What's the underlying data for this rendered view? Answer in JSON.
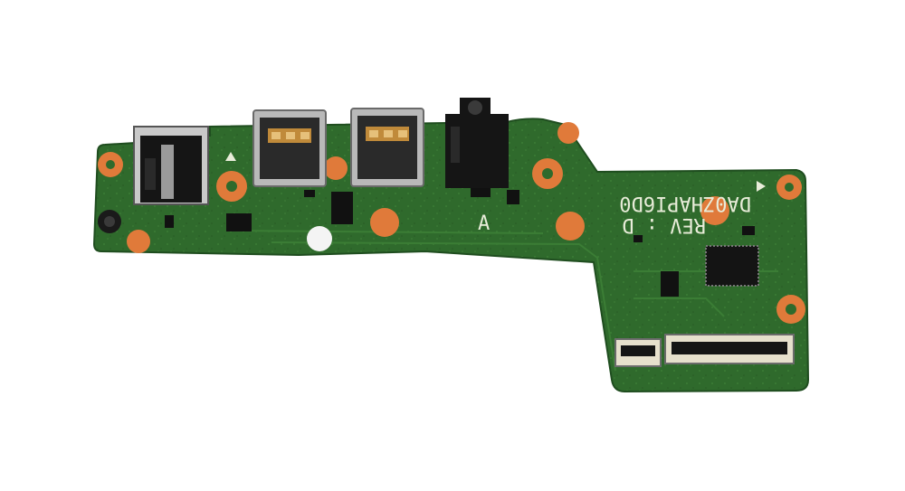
{
  "board": {
    "part_number": "DA0ZHAPI6D0",
    "revision": "REV : D",
    "side_marker": "A",
    "colors": {
      "pcb": "#2f6a2c",
      "pcb_dark": "#1f4d1f",
      "copper_pad": "#e07a3a",
      "silkscreen": "#e8ecd9",
      "usb_metal": "#b9b9b9",
      "connector_black": "#151515",
      "white_marker": "#f4f4f4"
    },
    "components": [
      "dc-power-jack",
      "usb-port-1",
      "usb-port-2",
      "audio-jack",
      "microphone",
      "controller-chip",
      "ffc-connector-large",
      "ffc-connector-small"
    ]
  }
}
